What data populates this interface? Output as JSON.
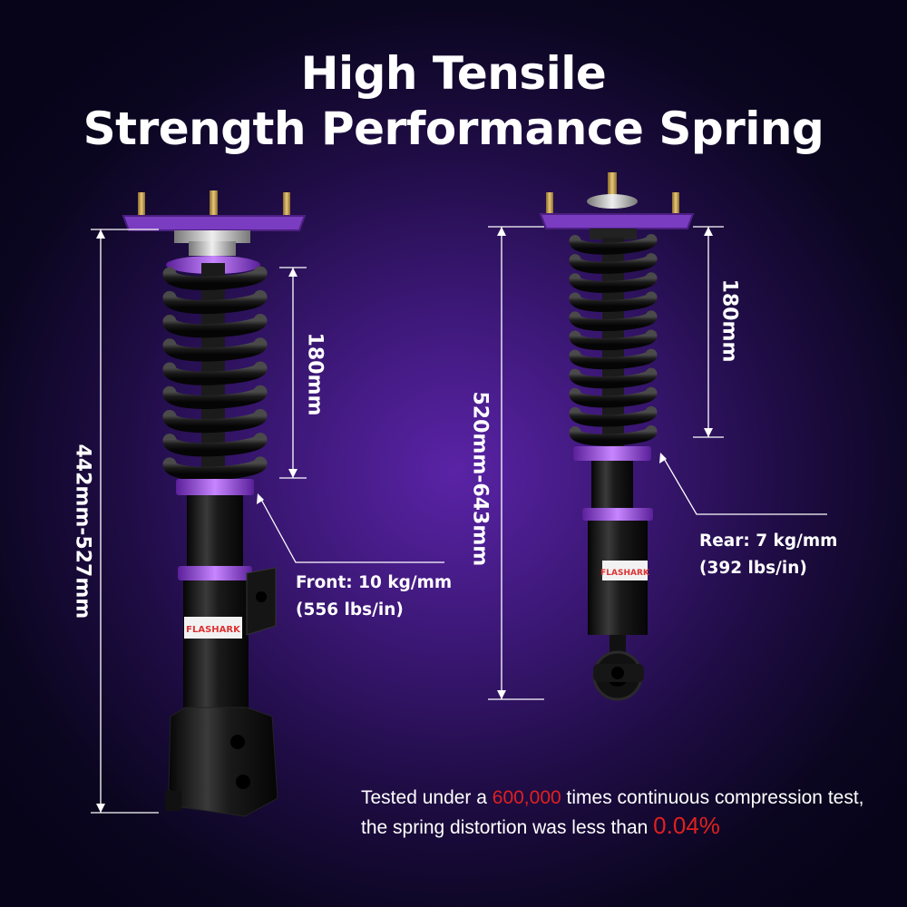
{
  "title": {
    "line1": "High Tensile",
    "line2": "Strength Performance Spring"
  },
  "front": {
    "height_label": "442mm-527mm",
    "spring_label": "180mm",
    "rate_label": "Front: 10 kg/mm",
    "rate_imperial": "(556 lbs/in)",
    "brand_text": "FLASHARK"
  },
  "rear": {
    "height_label": "520mm-643mm",
    "spring_label": "180mm",
    "rate_label": "Rear: 7 kg/mm",
    "rate_imperial": "(392 lbs/in)",
    "brand_text": "FLASHARK"
  },
  "note": {
    "line1_pre": "Tested under a ",
    "line1_highlight": "600,000",
    "line1_post": " times continuous compression test,",
    "line2_pre": "the spring distortion was less than ",
    "line2_highlight": "0.04%"
  },
  "colors": {
    "accent_purple": "#8a3fd0",
    "highlight_red": "#e02020",
    "spring_black": "#111111"
  }
}
